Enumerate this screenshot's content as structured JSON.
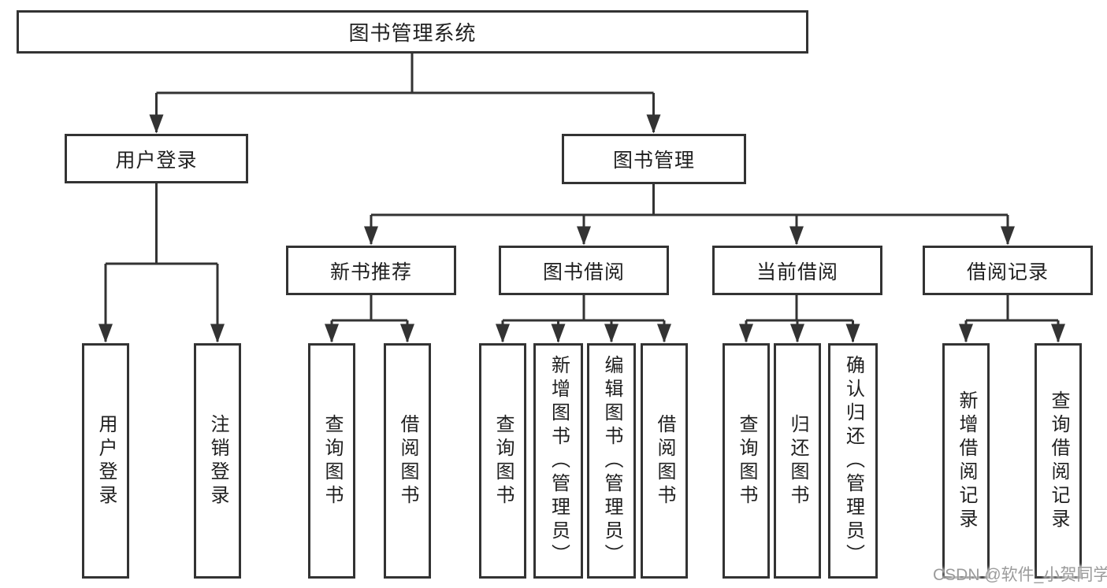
{
  "diagram": {
    "title": "图书管理系统",
    "watermark": "CSDN @软件_小贺同学",
    "colors": {
      "line": "#333333",
      "box_border": "#333333",
      "text": "#1f1f1f",
      "watermark": "#9b9b9b",
      "background": "#ffffff"
    },
    "tree": {
      "root": {
        "label": "图书管理系统",
        "children": [
          {
            "label": "用户登录",
            "children": [
              {
                "label": "用户登录"
              },
              {
                "label": "注销登录"
              }
            ]
          },
          {
            "label": "图书管理",
            "children": [
              {
                "label": "新书推荐",
                "children": [
                  {
                    "label": "查询图书"
                  },
                  {
                    "label": "借阅图书"
                  }
                ]
              },
              {
                "label": "图书借阅",
                "children": [
                  {
                    "label": "查询图书"
                  },
                  {
                    "label": "新增图书（管理员）"
                  },
                  {
                    "label": "编辑图书（管理员）"
                  },
                  {
                    "label": "借阅图书"
                  }
                ]
              },
              {
                "label": "当前借阅",
                "children": [
                  {
                    "label": "查询图书"
                  },
                  {
                    "label": "归还图书"
                  },
                  {
                    "label": "确认归还（管理员）"
                  }
                ]
              },
              {
                "label": "借阅记录",
                "children": [
                  {
                    "label": "新增借阅记录"
                  },
                  {
                    "label": "查询借阅记录"
                  }
                ]
              }
            ]
          }
        ]
      }
    }
  }
}
